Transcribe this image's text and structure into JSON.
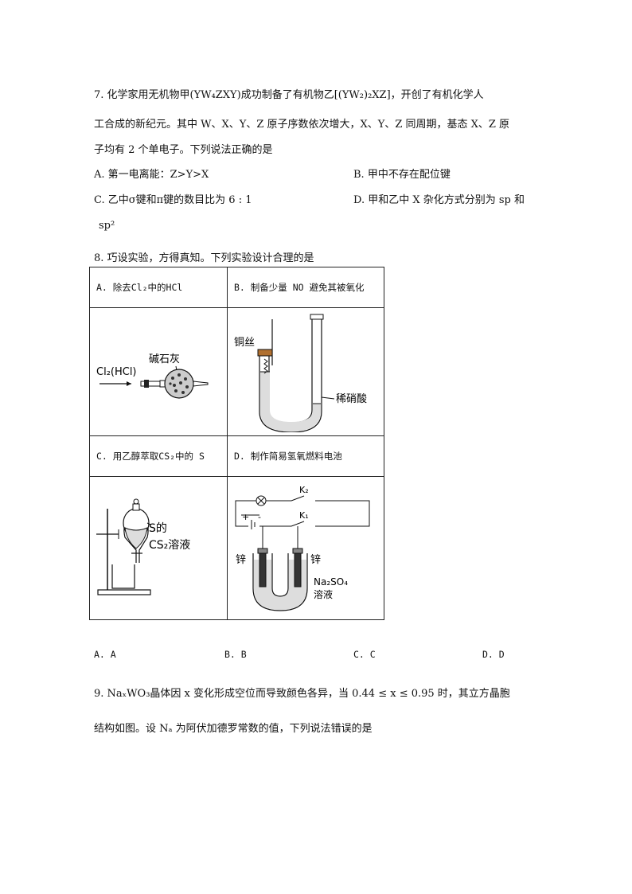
{
  "q7": {
    "line1": "7. 化学家用无机物甲(YW₄ZXY)成功制备了有机物乙[(YW₂)₂XZ]，开创了有机化学人",
    "line2": "工合成的新纪元。其中 W、X、Y、Z 原子序数依次增大，X、Y、Z 同周期，基态 X、Z 原",
    "line3": "子均有 2 个单电子。下列说法正确的是",
    "optA": "A. 第一电离能：Z>Y>X",
    "optB": "B. 甲中不存在配位键",
    "optC": "C. 乙中σ键和π键的数目比为 6 : 1",
    "optD": "D. 甲和乙中 X 杂化方式分别为 sp 和",
    "optD2": "sp²"
  },
  "q8": {
    "stem": "8. 巧设实验，方得真知。下列实验设计合理的是",
    "cellA": "A. 除去Cl₂中的HCl",
    "cellB": "B. 制备少量 NO 避免其被氧化",
    "cellC": "C. 用乙醇萃取CS₂中的 S",
    "cellD": "D. 制作简易氢氧燃料电池",
    "imgA": {
      "gas": "Cl₂(HCl)",
      "reagent": "碱石灰"
    },
    "imgB": {
      "wire": "铜丝",
      "acid": "稀硝酸"
    },
    "imgC": {
      "l1": "S的",
      "l2": "CS₂溶液"
    },
    "imgD": {
      "k2": "K₂",
      "k1": "K₁",
      "plus": "+",
      "minus": "-",
      "left": "锌",
      "right": "锌",
      "sol1": "Na₂SO₄",
      "sol2": "溶液"
    },
    "answers": [
      "A. A",
      "B. B",
      "C. C",
      "D. D"
    ]
  },
  "q9": {
    "line1": "9. NaₓWO₃晶体因 x 变化形成空位而导致颜色各异，当 0.44 ≤ x ≤ 0.95 时，其立方晶胞",
    "line2": "结构如图。设 Nₐ 为阿伏加德罗常数的值，下列说法错误的是"
  }
}
